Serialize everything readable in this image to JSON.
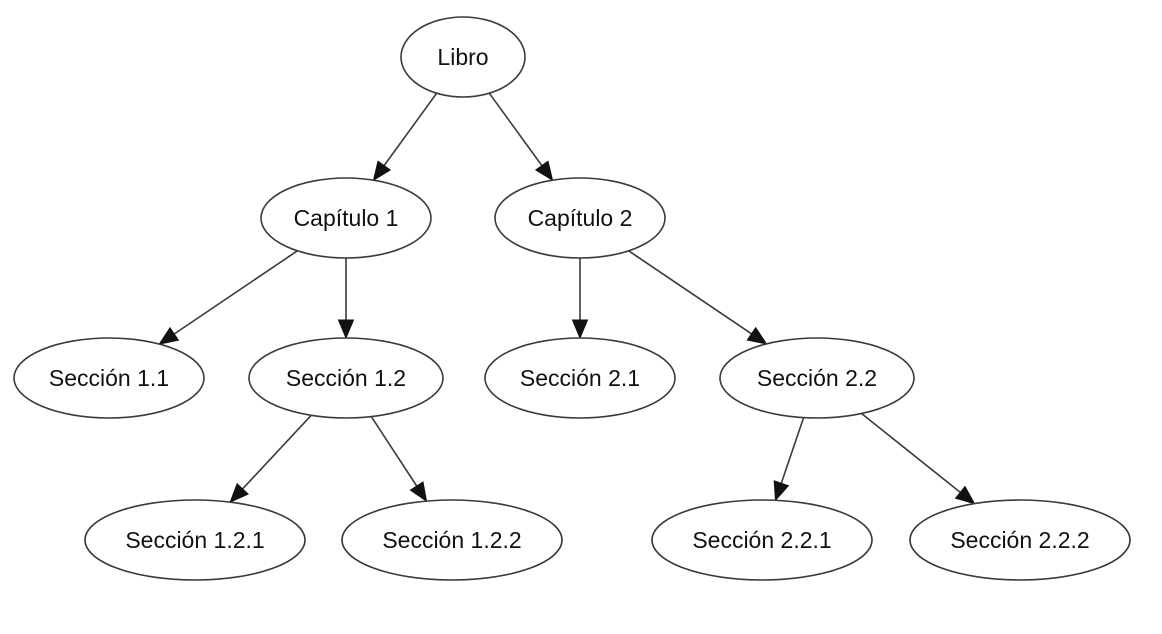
{
  "diagram": {
    "type": "tree",
    "colors": {
      "background": "#ffffff",
      "node_fill": "#ffffff",
      "stroke": "#3a3a3a",
      "arrowhead": "#111111",
      "text": "#111111"
    },
    "nodes": [
      {
        "id": "libro",
        "label": "Libro"
      },
      {
        "id": "cap1",
        "label": "Capítulo 1"
      },
      {
        "id": "cap2",
        "label": "Capítulo 2"
      },
      {
        "id": "sec11",
        "label": "Sección 1.1"
      },
      {
        "id": "sec12",
        "label": "Sección 1.2"
      },
      {
        "id": "sec21",
        "label": "Sección 2.1"
      },
      {
        "id": "sec22",
        "label": "Sección 2.2"
      },
      {
        "id": "sec121",
        "label": "Sección 1.2.1"
      },
      {
        "id": "sec122",
        "label": "Sección 1.2.2"
      },
      {
        "id": "sec221",
        "label": "Sección 2.2.1"
      },
      {
        "id": "sec222",
        "label": "Sección 2.2.2"
      }
    ],
    "edges": [
      {
        "from": "libro",
        "to": "cap1"
      },
      {
        "from": "libro",
        "to": "cap2"
      },
      {
        "from": "cap1",
        "to": "sec11"
      },
      {
        "from": "cap1",
        "to": "sec12"
      },
      {
        "from": "cap2",
        "to": "sec21"
      },
      {
        "from": "cap2",
        "to": "sec22"
      },
      {
        "from": "sec12",
        "to": "sec121"
      },
      {
        "from": "sec12",
        "to": "sec122"
      },
      {
        "from": "sec22",
        "to": "sec221"
      },
      {
        "from": "sec22",
        "to": "sec222"
      }
    ]
  }
}
